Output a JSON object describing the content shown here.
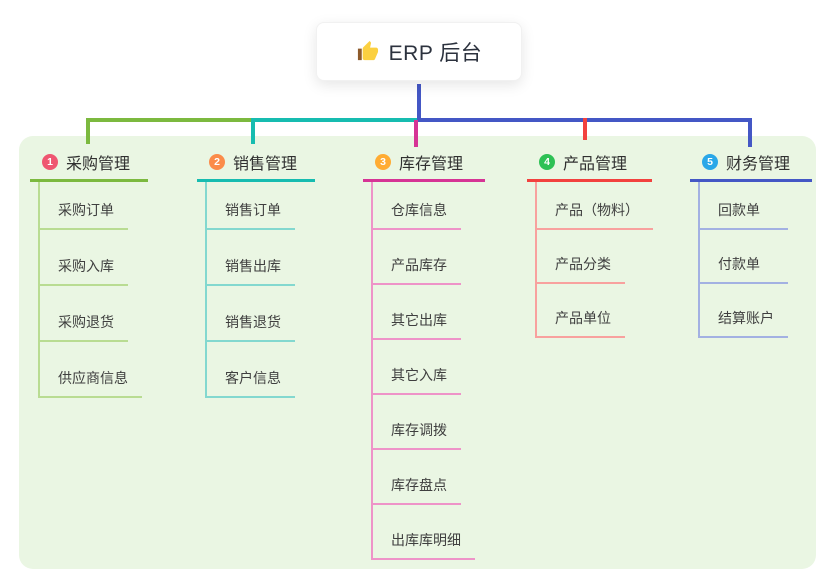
{
  "root": {
    "title": "ERP 后台",
    "icon": "thumbs-up-icon"
  },
  "colors": {
    "root_line": "#4457c5",
    "panel_bg": "#eaf6e3",
    "card_bg": "#ffffff",
    "title_color": "#2c323e"
  },
  "branches": [
    {
      "badge": "1",
      "label": "采购管理",
      "color": "#7cb93f",
      "light": "#b9dc92",
      "badge_color": "#ef5671",
      "items": [
        "采购订单",
        "采购入库",
        "采购退货",
        "供应商信息"
      ]
    },
    {
      "badge": "2",
      "label": "销售管理",
      "color": "#17bcb0",
      "light": "#83d8cf",
      "badge_color": "#fb8c4a",
      "items": [
        "销售订单",
        "销售出库",
        "销售退货",
        "客户信息"
      ]
    },
    {
      "badge": "3",
      "label": "库存管理",
      "color": "#d63495",
      "light": "#ee93c8",
      "badge_color": "#ffac33",
      "items": [
        "仓库信息",
        "产品库存",
        "其它出库",
        "其它入库",
        "库存调拨",
        "库存盘点",
        "出库库明细"
      ]
    },
    {
      "badge": "4",
      "label": "产品管理",
      "color": "#f2413e",
      "light": "#f8a19e",
      "badge_color": "#2ec155",
      "items": [
        "产品（物料）",
        "产品分类",
        "产品单位"
      ]
    },
    {
      "badge": "5",
      "label": "财务管理",
      "color": "#4457c5",
      "light": "#a3b1e2",
      "badge_color": "#2aa7e8",
      "items": [
        "回款单",
        "付款单",
        "结算账户"
      ]
    }
  ]
}
